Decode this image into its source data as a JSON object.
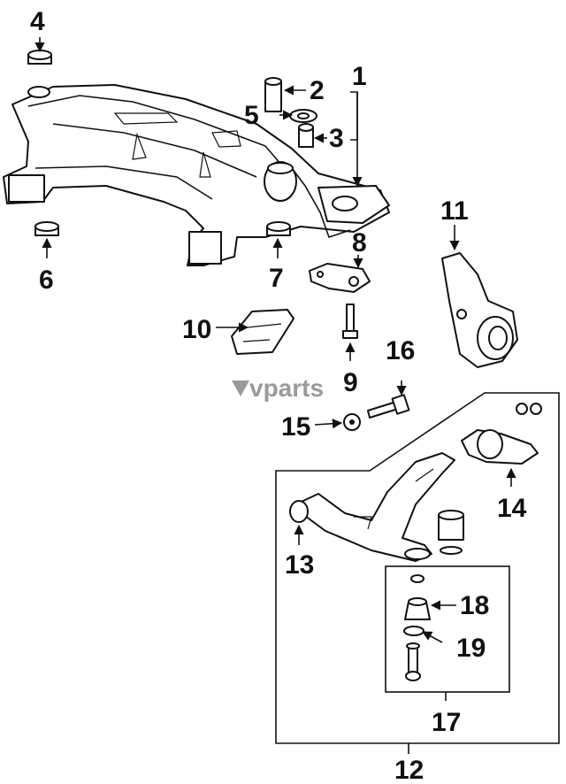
{
  "watermark": {
    "text": "vparts",
    "color": "#9a9a9a"
  },
  "callouts": {
    "c1": "1",
    "c2": "2",
    "c3": "3",
    "c4": "4",
    "c5": "5",
    "c6": "6",
    "c7": "7",
    "c8": "8",
    "c9": "9",
    "c10": "10",
    "c11": "11",
    "c12": "12",
    "c13": "13",
    "c14": "14",
    "c15": "15",
    "c16": "16",
    "c17": "17",
    "c18": "18",
    "c19": "19"
  },
  "colors": {
    "ink": "#111111",
    "background": "#ffffff"
  }
}
